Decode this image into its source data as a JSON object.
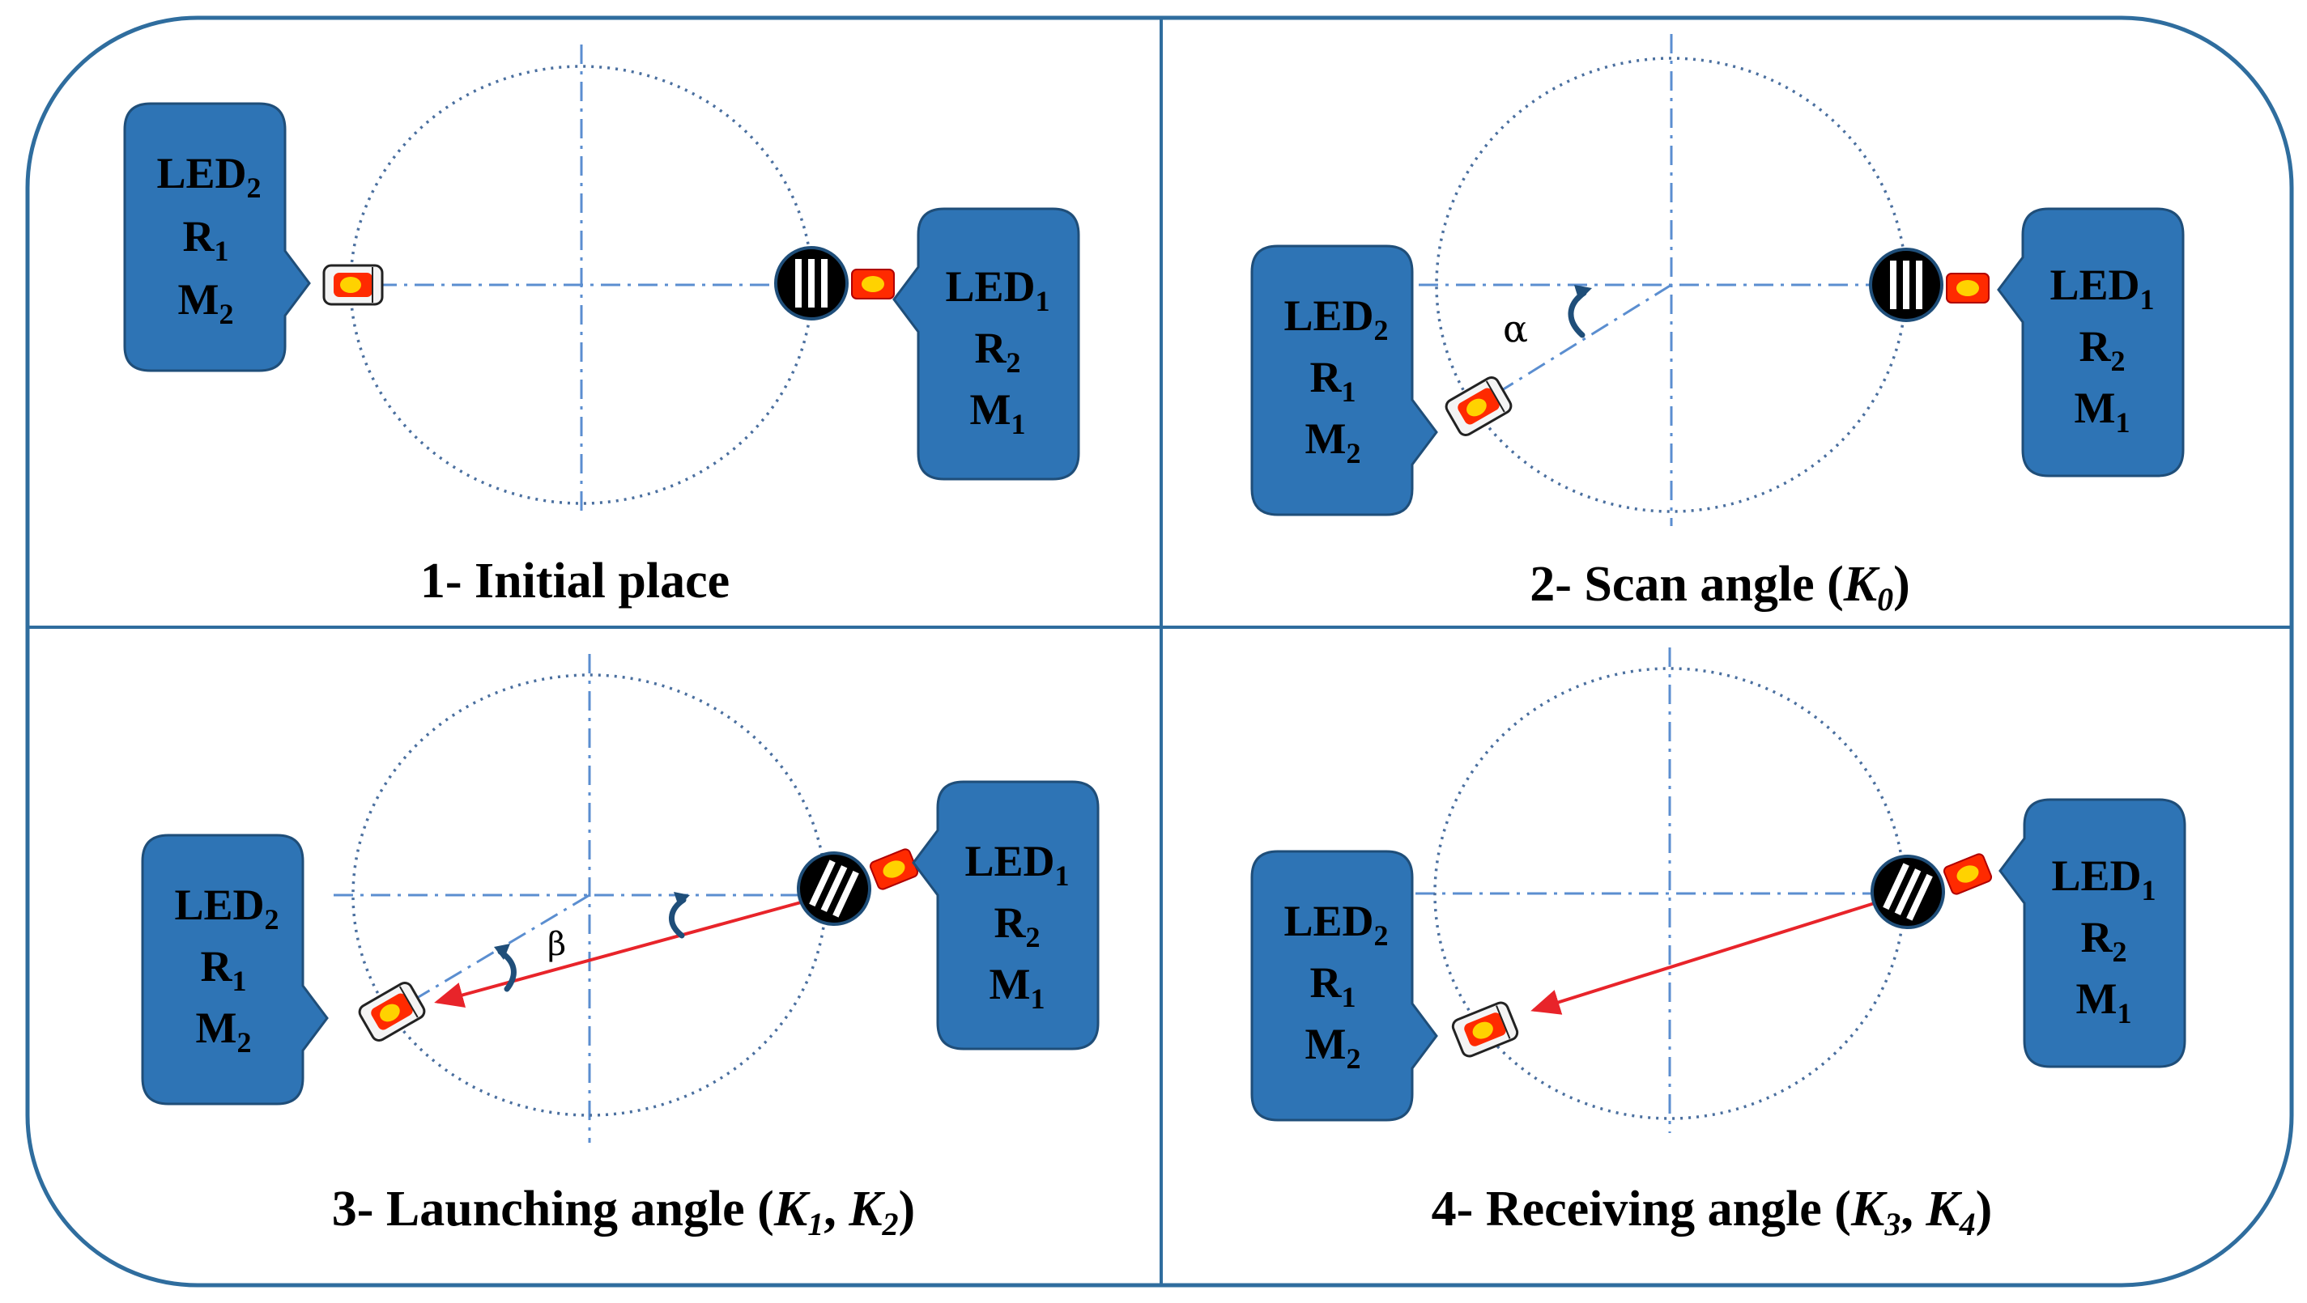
{
  "colors": {
    "frame": "#2f6d9e",
    "box_fill": "#2e74b5",
    "box_stroke": "#1f4e79",
    "axis": "#5b8ed0",
    "orbit": "#4a6f9f",
    "beam": "#e8242a",
    "led_body": "#f4f4f4",
    "led_core": "#ff2a00",
    "led_glow": "#ffd200",
    "receiver": "#000000"
  },
  "boxes": {
    "led2_box": {
      "line1": "LED",
      "line1_sub": "2",
      "line2": "R",
      "line2_sub": "1",
      "line3": "M",
      "line3_sub": "2"
    },
    "led1_box": {
      "line1": "LED",
      "line1_sub": "1",
      "line2": "R",
      "line2_sub": "2",
      "line3": "M",
      "line3_sub": "1"
    }
  },
  "panels": [
    {
      "caption": "1- Initial place"
    },
    {
      "caption_pre": "2- Scan angle (",
      "k1": "K",
      "k1_sub": "0",
      "caption_post": ")",
      "angle_label": "α"
    },
    {
      "caption_pre": "3- Launching angle (",
      "k1": "K",
      "k1_sub": "1",
      "sep": ", ",
      "k2": "K",
      "k2_sub": "2",
      "caption_post": ")",
      "angle_label": "β"
    },
    {
      "caption_pre": "4- Receiving angle (",
      "k1": "K",
      "k1_sub": "3",
      "sep": ", ",
      "k2": "K",
      "k2_sub": "4",
      "caption_post": ")"
    }
  ],
  "icons": {
    "led_emitter": "led-emitter-icon",
    "receiver": "grating-receiver-icon",
    "rotation_arrow": "rotation-arc-icon"
  }
}
